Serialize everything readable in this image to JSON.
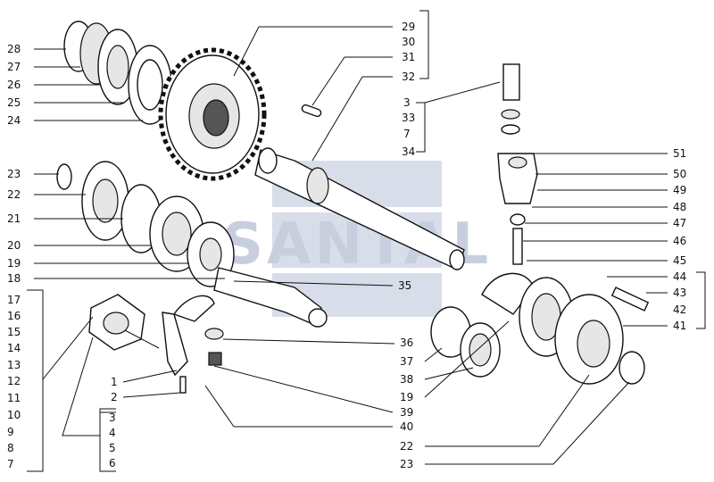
{
  "watermark": {
    "text": "SANTAL",
    "color": "#b9c3d9"
  },
  "callouts": {
    "left_column": [
      "28",
      "27",
      "26",
      "25",
      "24",
      "23",
      "22",
      "21",
      "20",
      "19",
      "18"
    ],
    "left_bracket": [
      "17",
      "16",
      "15",
      "14",
      "13",
      "12",
      "11",
      "10",
      "9",
      "8",
      "7"
    ],
    "lower_left": [
      "1",
      "2"
    ],
    "lower_bracket": [
      "3",
      "4",
      "5",
      "6"
    ],
    "top_center": [
      "29",
      "30",
      "31",
      "32"
    ],
    "top_right": [
      "3",
      "33",
      "7",
      "34"
    ],
    "right_column": [
      "51",
      "50",
      "49",
      "48",
      "47",
      "46",
      "45",
      "44",
      "43",
      "42",
      "41"
    ],
    "center": [
      "35",
      "36",
      "37",
      "38",
      "19",
      "39",
      "40",
      "22",
      "23"
    ]
  }
}
